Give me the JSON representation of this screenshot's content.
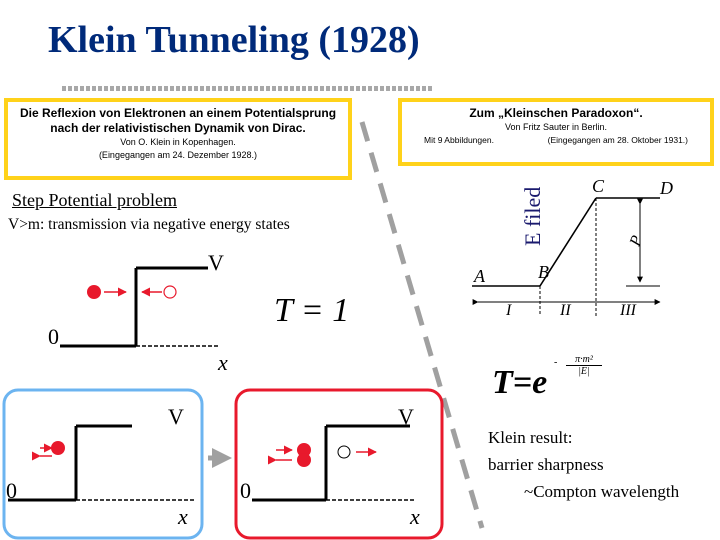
{
  "slide": {
    "title": "Klein Tunneling (1928)",
    "paper_dirac": {
      "line1": "Die Reflexion von Elektronen an einem Potentialsprung",
      "line2": "nach der relativistischen Dynamik von Dirac.",
      "line3": "Von O. Klein in Kopenhagen.",
      "line4": "(Eingegangen am 24. Dezember 1928.)"
    },
    "paper_sauter": {
      "line1": "Zum „Kleinschen Paradoxon“.",
      "line2": "Von Fritz Sauter in Berlin.",
      "line3_left": "Mit 9 Abbildungen.",
      "line3_right": "(Eingegangen am 28. Oktober 1931.)"
    },
    "step_heading": "Step Potential problem",
    "step_subtitle": "V>m: transmission via negative energy states",
    "efield_label": "E filed",
    "diagram_main": {
      "v_label": "V",
      "zero_label": "0",
      "x_label": "x",
      "t_equation": "T = 1"
    },
    "diagram_left": {
      "v_label": "V",
      "zero_label": "0",
      "x_label": "x"
    },
    "diagram_right": {
      "v_label": "V",
      "zero_label": "0",
      "x_label": "x"
    },
    "sauter_figure": {
      "labels": [
        "C",
        "D",
        "A",
        "B",
        "I",
        "II",
        "III",
        "P"
      ]
    },
    "t_formula": {
      "lhs": "T=e",
      "exponent_num": "π·m²",
      "exponent_den": "|E|",
      "sign": "-"
    },
    "klein_result": {
      "line1": "Klein result:",
      "line2": "barrier sharpness",
      "line3": "~Compton wavelength"
    },
    "colors": {
      "title": "#002a7a",
      "paper_border": "#ffd21a",
      "particle_red": "#e8192c",
      "box_blue": "#6cb4f0",
      "box_red": "#e8192c",
      "dashed_gray": "#a0a0a0"
    }
  }
}
